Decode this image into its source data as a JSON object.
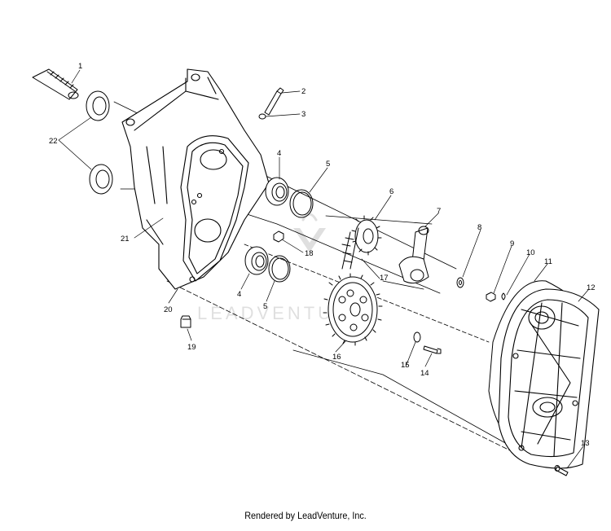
{
  "diagram": {
    "callouts": [
      "1",
      "2",
      "3",
      "4",
      "5",
      "6",
      "7",
      "8",
      "9",
      "10",
      "11",
      "12",
      "13",
      "14",
      "15",
      "16",
      "17",
      "18",
      "19",
      "20",
      "21",
      "22",
      "4",
      "5"
    ],
    "watermark": "LEADVENTURE"
  },
  "footer": {
    "text": "Rendered by LeadVenture, Inc."
  }
}
